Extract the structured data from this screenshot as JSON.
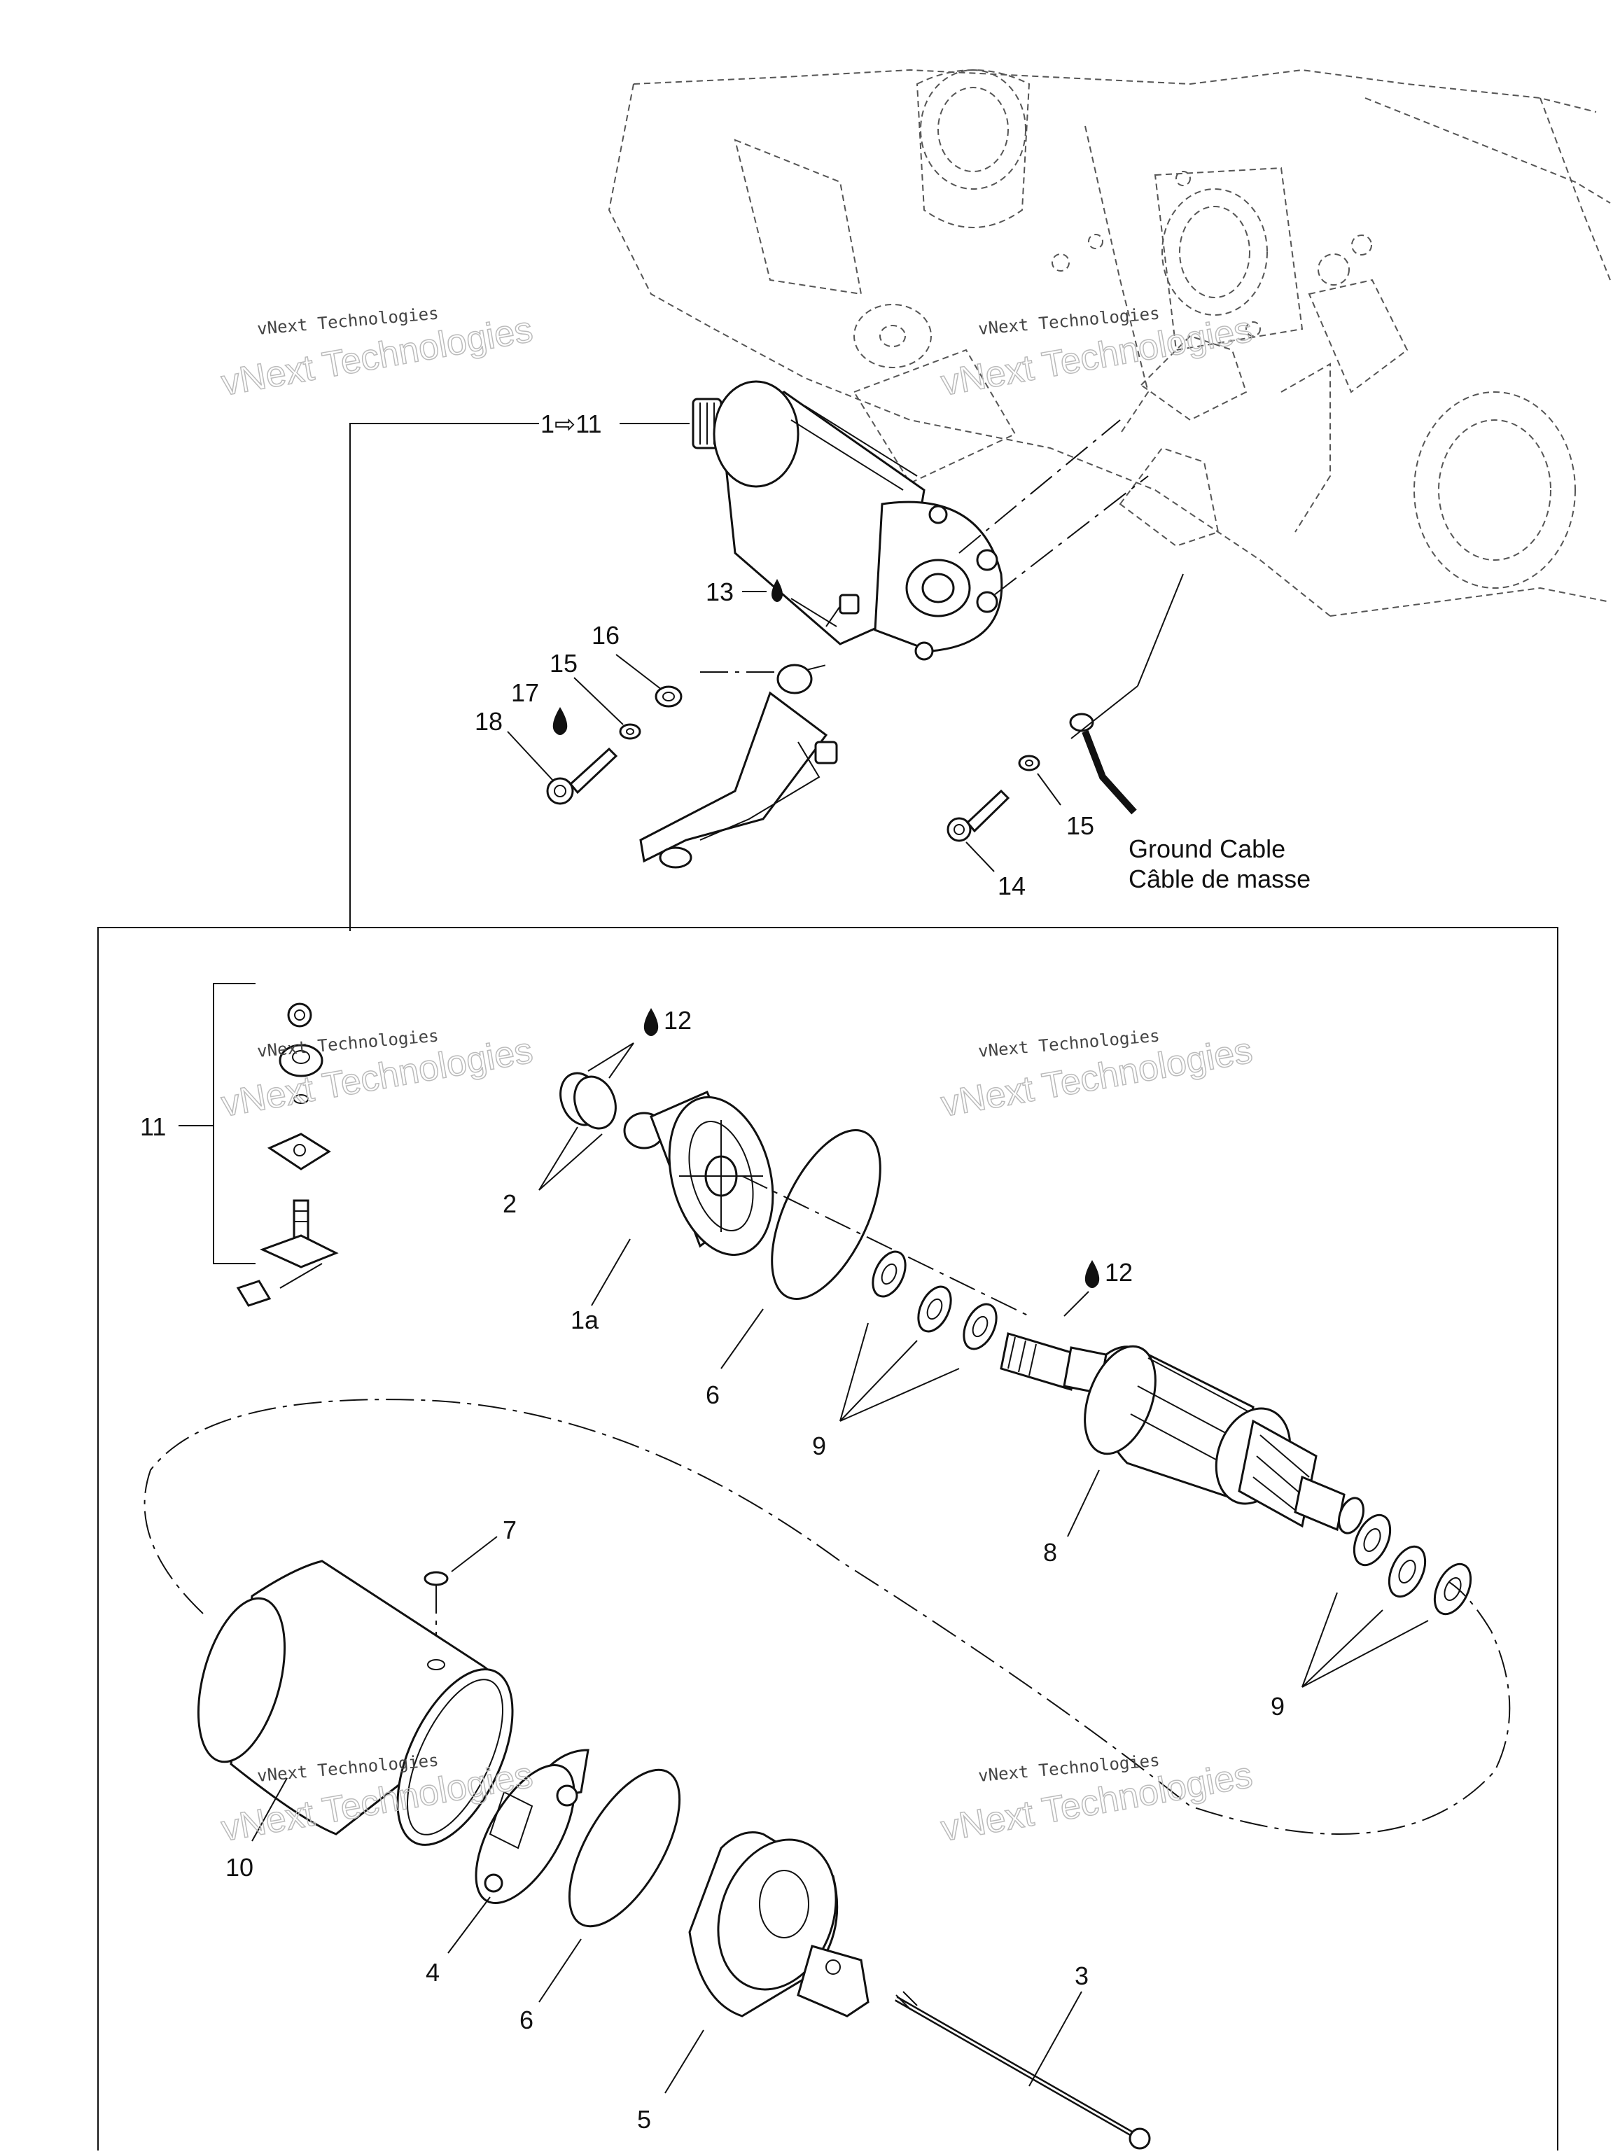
{
  "diagram": {
    "ground_cable_label_en": "Ground Cable",
    "ground_cable_label_fr": "Câble de masse",
    "watermarks": [
      {
        "small": "vNext Technologies",
        "large": "vNext Technologies"
      },
      {
        "small": "vNext Technologies",
        "large": "vNext Technologies"
      },
      {
        "small": "vNext Technologies",
        "large": "vNext Technologies"
      },
      {
        "small": "vNext Technologies",
        "large": "vNext Technologies"
      },
      {
        "small": "vNext Technologies",
        "large": "vNext Technologies"
      },
      {
        "small": "vNext Technologies",
        "large": "vNext Technologies"
      }
    ],
    "callouts": {
      "assembly": "1⇨11",
      "c13": "13",
      "c16": "16",
      "c15a": "15",
      "c17": "17",
      "c18": "18",
      "c15b": "15",
      "c14": "14",
      "c12a": "12",
      "c11": "11",
      "c2": "2",
      "c1a": "1a",
      "c6a": "6",
      "c9a": "9",
      "c12b": "12",
      "c8": "8",
      "c7": "7",
      "c9b": "9",
      "c10": "10",
      "c4": "4",
      "c6b": "6",
      "c5": "5",
      "c3": "3"
    }
  }
}
